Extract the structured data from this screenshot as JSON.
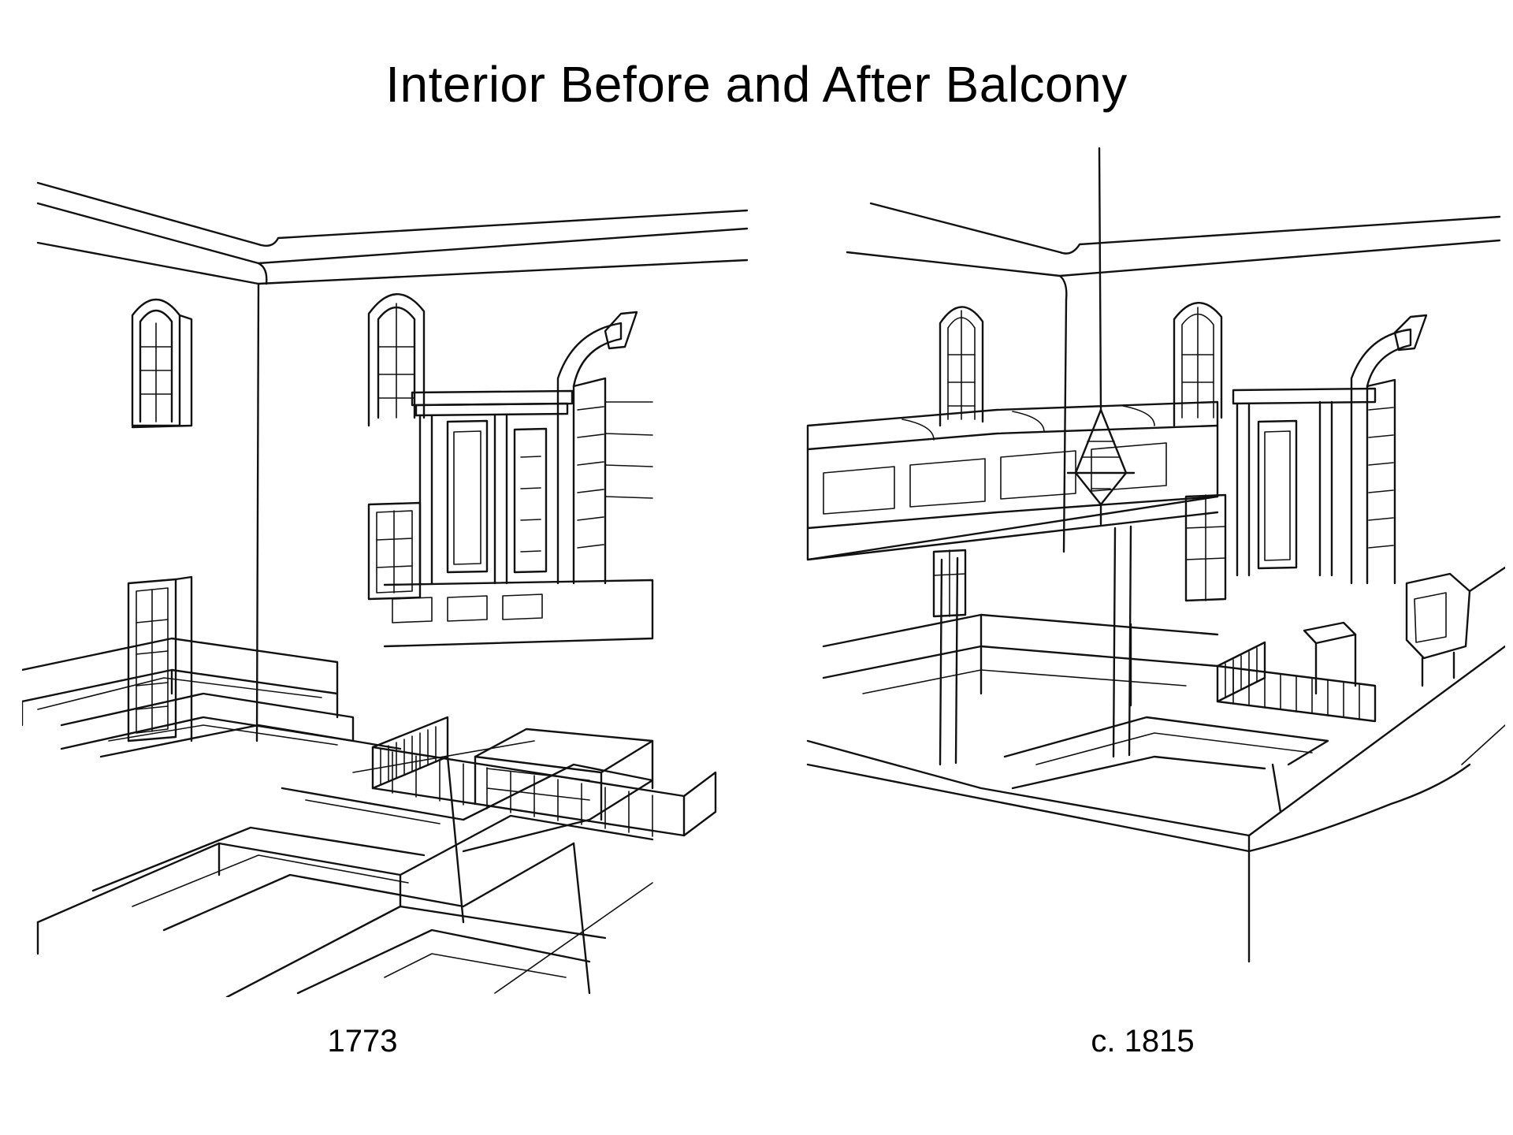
{
  "title": "Interior Before and After Balcony",
  "figures": [
    {
      "caption": "1773",
      "subject": "church-interior-without-balcony"
    },
    {
      "caption": "c. 1815",
      "subject": "church-interior-with-balcony"
    }
  ],
  "colors": {
    "background": "#ffffff",
    "ink": "#111111"
  }
}
